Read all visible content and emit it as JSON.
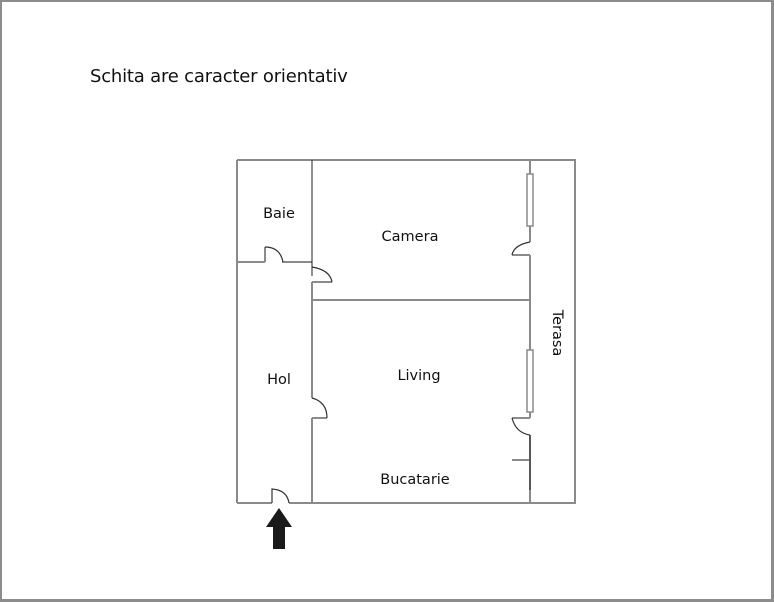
{
  "title": "Schita are caracter orientativ",
  "colors": {
    "wall": "#8a8a8a",
    "door_arc": "#333333",
    "text": "#111111",
    "arrow": "#1a1a1a",
    "frame": "#8c8c8c"
  },
  "rooms": {
    "baie": "Baie",
    "camera": "Camera",
    "hol": "Hol",
    "living": "Living",
    "bucatarie": "Bucatarie",
    "terasa": "Terasa"
  },
  "entrance": {
    "icon": "arrow-up-icon"
  }
}
